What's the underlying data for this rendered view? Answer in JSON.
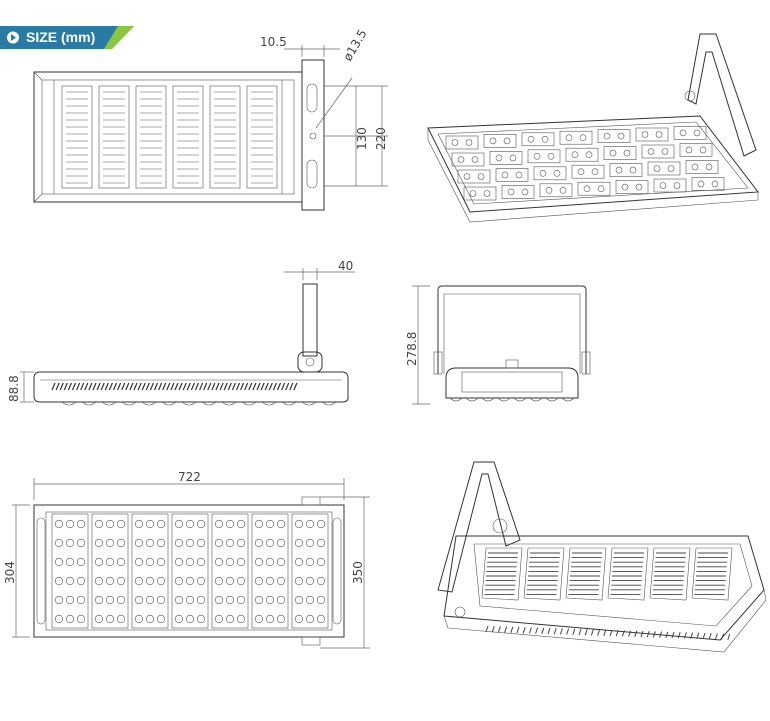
{
  "header": {
    "title": "SIZE (mm)",
    "bg_color": "#2a7aa6",
    "accent_color": "#8cc63f"
  },
  "dimensions": {
    "bracket_offset": "10.5",
    "hole_diameter": "ø13.5",
    "hole_spacing": "130",
    "mount_height": "220",
    "bracket_width": "40",
    "body_height": "88.8",
    "overall_height": "278.8",
    "length": "722",
    "width": "304",
    "overall_width": "350"
  }
}
